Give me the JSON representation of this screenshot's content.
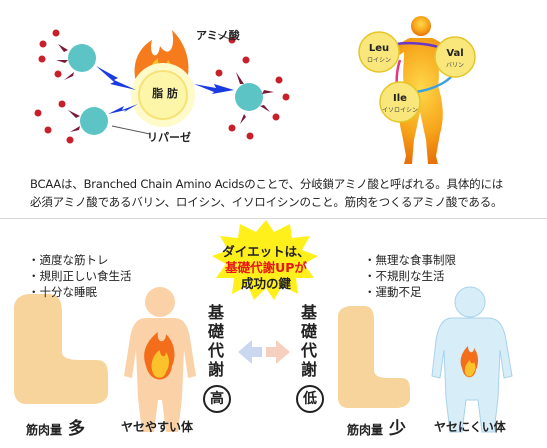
{
  "top_diagram": {
    "fat_label": "脂 肪",
    "amino_label": "アミノ酸",
    "lipase_label": "リパーゼ"
  },
  "bcaa_figure": {
    "leu": {
      "name": "Leu",
      "jp": "ロイシン"
    },
    "val": {
      "name": "Val",
      "jp": "バリン"
    },
    "ile": {
      "name": "Ile",
      "jp": "イソロイシン"
    }
  },
  "description": {
    "line1": "BCAAは、Branched Chain Amino Acidsのことで、分岐鎖アミノ酸と呼ばれる。具体的には",
    "line2": "必須アミノ酸であるバリン、ロイシン、イソロイシンのこと。筋肉をつくるアミノ酸である。"
  },
  "left_panel": {
    "bullets": [
      "・適度な筋トレ",
      "・規則正しい食生活",
      "・十分な睡眠"
    ],
    "vertical": [
      "基",
      "礎",
      "代",
      "謝"
    ],
    "level": "高",
    "muscle_label": "筋肉量",
    "muscle_amount": "多",
    "body_label": "ヤセやすい体"
  },
  "center_burst": {
    "line1": "ダイエットは、",
    "line2": "基礎代謝UPが",
    "line3": "成功の鍵"
  },
  "right_panel": {
    "bullets": [
      "・無理な食事制限",
      "・不規則な生活",
      "・運動不足"
    ],
    "vertical": [
      "基",
      "礎",
      "代",
      "謝"
    ],
    "level": "低",
    "muscle_label": "筋肉量",
    "muscle_amount": "少",
    "body_label": "ヤセにくい体"
  },
  "colors": {
    "fat_yellow": "#fdf6a8",
    "lipase_teal": "#5cc4c4",
    "amino_red": "#c8202a",
    "lightning_blue": "#1a3be0",
    "flame_orange": "#f38a1e",
    "muscle_tan": "#f7d49b",
    "burst_yellow": "#ffef1a",
    "text_red": "#e8161b"
  }
}
